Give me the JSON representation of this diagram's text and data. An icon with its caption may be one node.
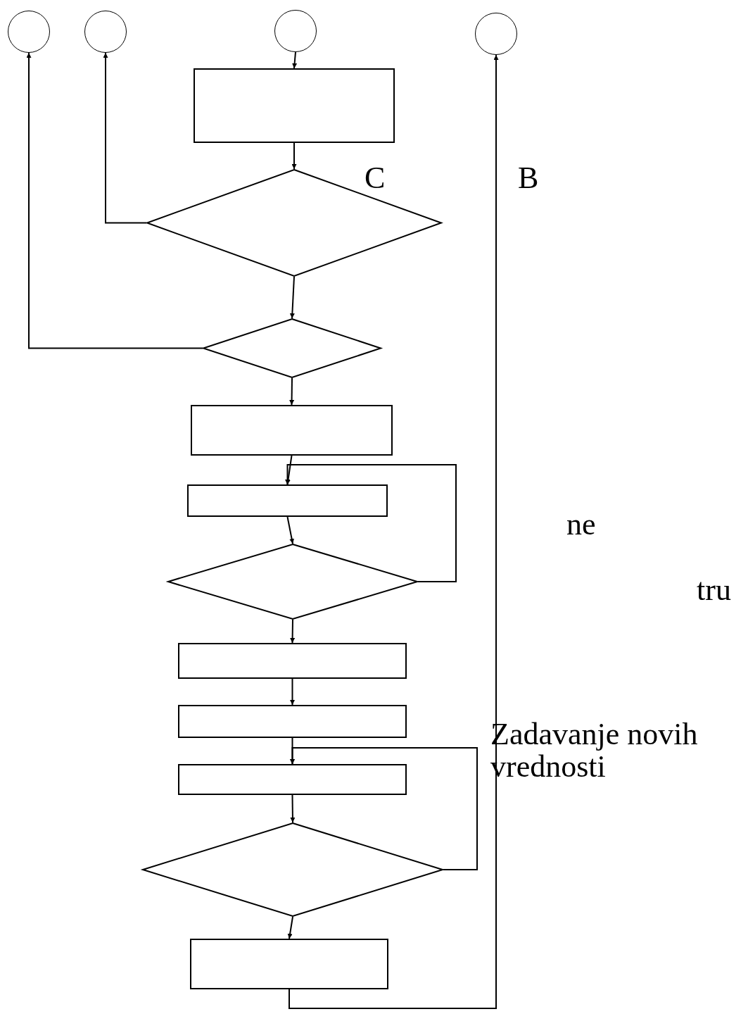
{
  "diagram": {
    "nodes": [
      {
        "text": [],
        "shape": "circle"
      },
      {
        "text": [],
        "shape": "circle"
      },
      {
        "text": [],
        "shape": "circle"
      },
      {
        "text": [],
        "shape": "circle"
      },
      {
        "text": [],
        "shape": "box"
      },
      {
        "text": [],
        "shape": "diamond"
      },
      {
        "text": [],
        "shape": "diamond"
      },
      {
        "text": [],
        "shape": "box"
      },
      {
        "text": [],
        "shape": "box"
      },
      {
        "text": [],
        "shape": "diamond"
      },
      {
        "text": [],
        "shape": "box"
      },
      {
        "text": [],
        "shape": "box"
      },
      {
        "text": [],
        "shape": "box"
      },
      {
        "text": [],
        "shape": "diamond"
      },
      {
        "text": [],
        "shape": "box"
      }
    ],
    "edges": [
      {
        "from": 2,
        "to": 4,
        "arrow": "to"
      },
      {
        "from": 4,
        "to": 5,
        "arrow": "to"
      },
      {
        "from": 5,
        "to": 1,
        "arrow": "to"
      },
      {
        "from": 5,
        "to": 6,
        "arrow": "to"
      },
      {
        "from": 6,
        "to": 0,
        "arrow": "to"
      },
      {
        "from": 6,
        "to": 7,
        "arrow": "to"
      },
      {
        "from": 7,
        "to": 8,
        "arrow": "to"
      },
      {
        "from": 8,
        "to": 9,
        "arrow": "to"
      },
      {
        "from": 9,
        "to": 8,
        "arrow": "to"
      },
      {
        "from": 9,
        "to": 10,
        "arrow": "to"
      },
      {
        "from": 10,
        "to": 11,
        "arrow": "to"
      },
      {
        "from": 11,
        "to": 12,
        "arrow": "to"
      },
      {
        "from": 12,
        "to": 13,
        "arrow": "to"
      },
      {
        "from": 13,
        "to": 12,
        "arrow": "to"
      },
      {
        "from": 13,
        "to": 14,
        "arrow": "to"
      },
      {
        "from": 14,
        "to": 3,
        "arrow": "to"
      }
    ],
    "labels": [
      "C",
      "B",
      "ne",
      "tru",
      "Zadavanje novih vrednosti"
    ]
  }
}
